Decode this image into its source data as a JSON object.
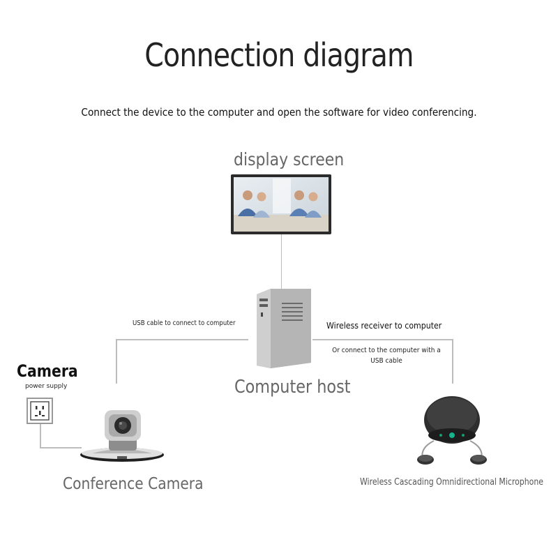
{
  "title": "Connection diagram",
  "subtitle": "Connect the device to the computer and open the software for video conferencing.",
  "nodes": {
    "display": "display screen",
    "host": "Computer host",
    "camera": "Conference Camera",
    "microphone": "Wireless Cascading Omnidirectional Microphone",
    "power_title": "Camera",
    "power_sub": "power supply"
  },
  "edges": {
    "usb_camera": "USB cable to connect to computer",
    "wireless": "Wireless receiver to computer",
    "usb_alt": "Or connect to the computer with a USB cable"
  }
}
